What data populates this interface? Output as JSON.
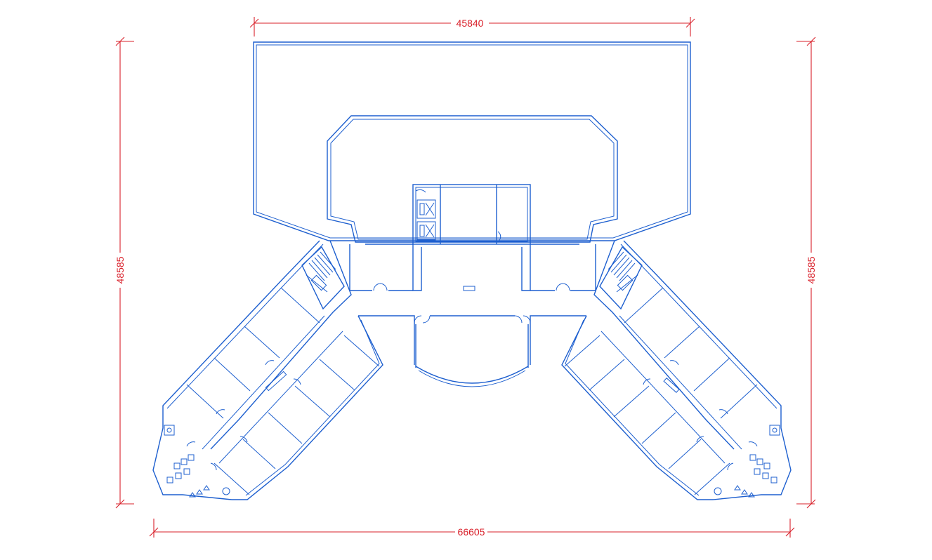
{
  "dimensions": {
    "top_width": "45840",
    "bottom_width": "66605",
    "left_height": "48585",
    "right_height": "48585"
  },
  "colors": {
    "walls": "#1d5fcf",
    "dimensions": "#d9202a",
    "background": "#ffffff"
  }
}
